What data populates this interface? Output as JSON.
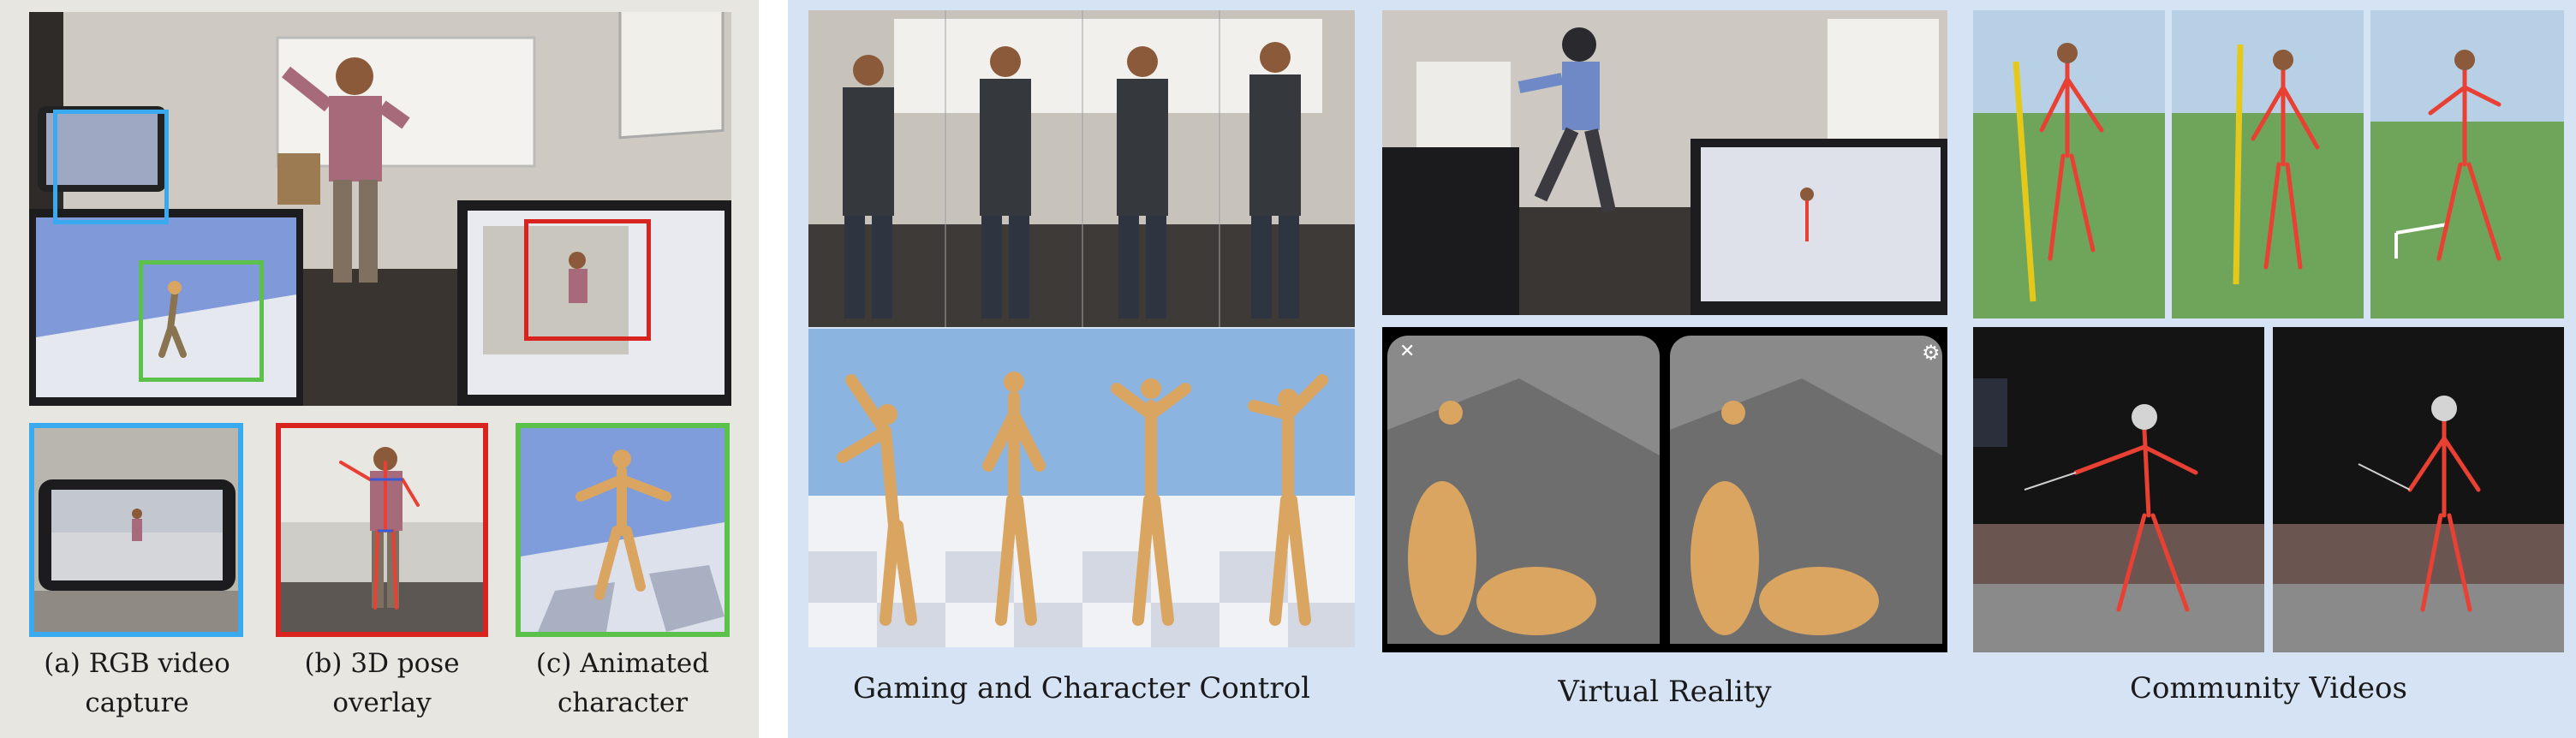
{
  "figure": {
    "left_panel": {
      "captions": [
        "(a) RGB video capture",
        "(b)  3D pose overlay",
        "(c)  Animated character"
      ]
    },
    "applications": [
      "Gaming and Character Control",
      "Virtual Reality",
      "Community Videos"
    ],
    "colors": {
      "box_blue": "#3aaaf0",
      "box_red": "#d8231f",
      "box_green": "#5cc14b",
      "skeleton": "#e84033",
      "character": "#d9a561",
      "left_bg": "#e8e6e0",
      "right_bg": "#d5e3f5"
    }
  }
}
